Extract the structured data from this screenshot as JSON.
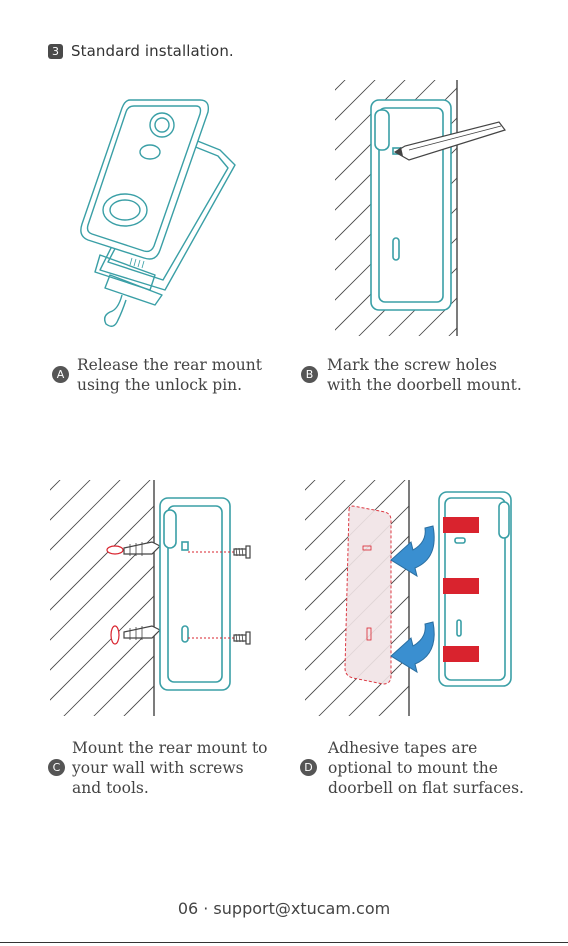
{
  "header": {
    "step_number": "3",
    "title": "Standard installation."
  },
  "steps": [
    {
      "badge": "A",
      "text": "Release the rear mount\nusing the unlock pin."
    },
    {
      "badge": "B",
      "text": "Mark the screw holes\nwith the doorbell mount."
    },
    {
      "badge": "C",
      "text": "Mount the rear mount to\nyour wall with screws\nand tools."
    },
    {
      "badge": "D",
      "text": "Adhesive tapes are\noptional to mount the\ndoorbell on flat surfaces."
    }
  ],
  "footer": {
    "page": "06 · support@xtucam.com"
  },
  "colors": {
    "teal": "#3a9fa6",
    "red": "#d9232e",
    "blue": "#3a8fd0",
    "hatch": "#444444"
  }
}
